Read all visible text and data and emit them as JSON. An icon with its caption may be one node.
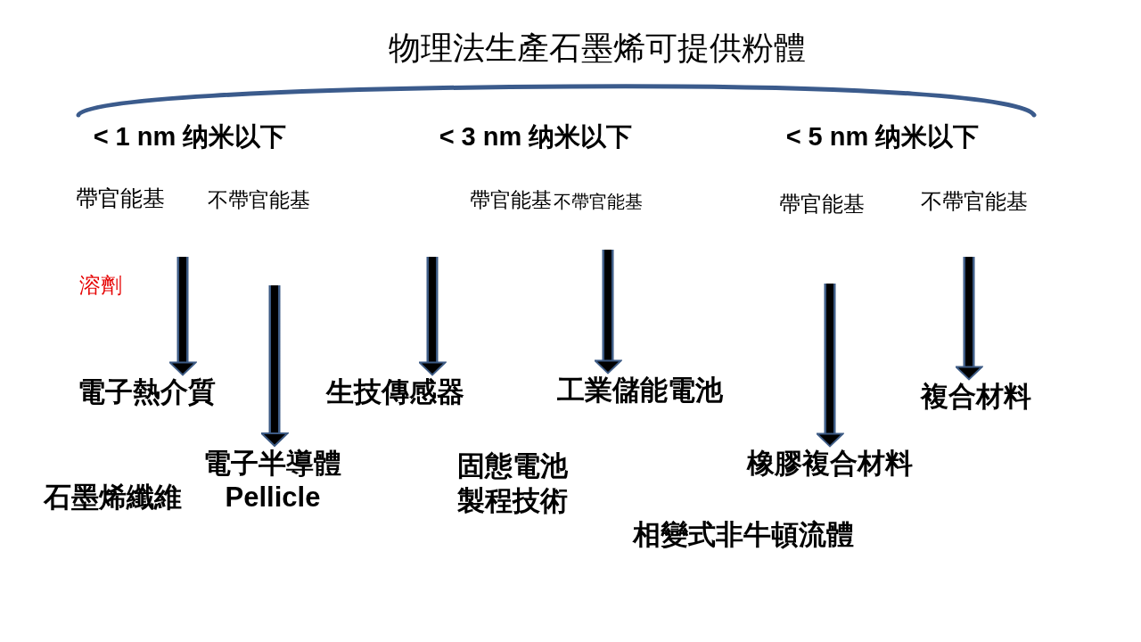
{
  "diagram": {
    "title": "物理法生產石墨烯可提供粉體",
    "nodes": [
      {
        "text": [
          "電子熱介質"
        ]
      },
      {
        "text": [
          "生技傳感器"
        ]
      },
      {
        "text": [
          "工業儲能電池"
        ]
      },
      {
        "text": [
          "複合材料"
        ]
      },
      {
        "text": [
          "電子半導體 Pellicle"
        ]
      },
      {
        "text": [
          "固態電池製程技術"
        ]
      },
      {
        "text": [
          "橡膠複合材料"
        ]
      }
    ],
    "edges": [
      {
        "from": null,
        "to": 0,
        "arrow": "to"
      },
      {
        "from": null,
        "to": 4,
        "arrow": "to"
      },
      {
        "from": null,
        "to": 1,
        "arrow": "to"
      },
      {
        "from": null,
        "to": 2,
        "arrow": "to"
      },
      {
        "from": null,
        "to": 6,
        "arrow": "to"
      },
      {
        "from": null,
        "to": 3,
        "arrow": "to"
      }
    ],
    "labels": [
      "< 1 nm 纳米以下",
      "< 3 nm 纳米以下",
      "< 5 nm 纳米以下",
      "帶官能基",
      "不帶官能基",
      "帶官能基",
      "不帶官能基",
      "帶官能基",
      "不帶官能基",
      "溶劑",
      "石墨烯纖維",
      "相變式非牛頓流體"
    ]
  }
}
